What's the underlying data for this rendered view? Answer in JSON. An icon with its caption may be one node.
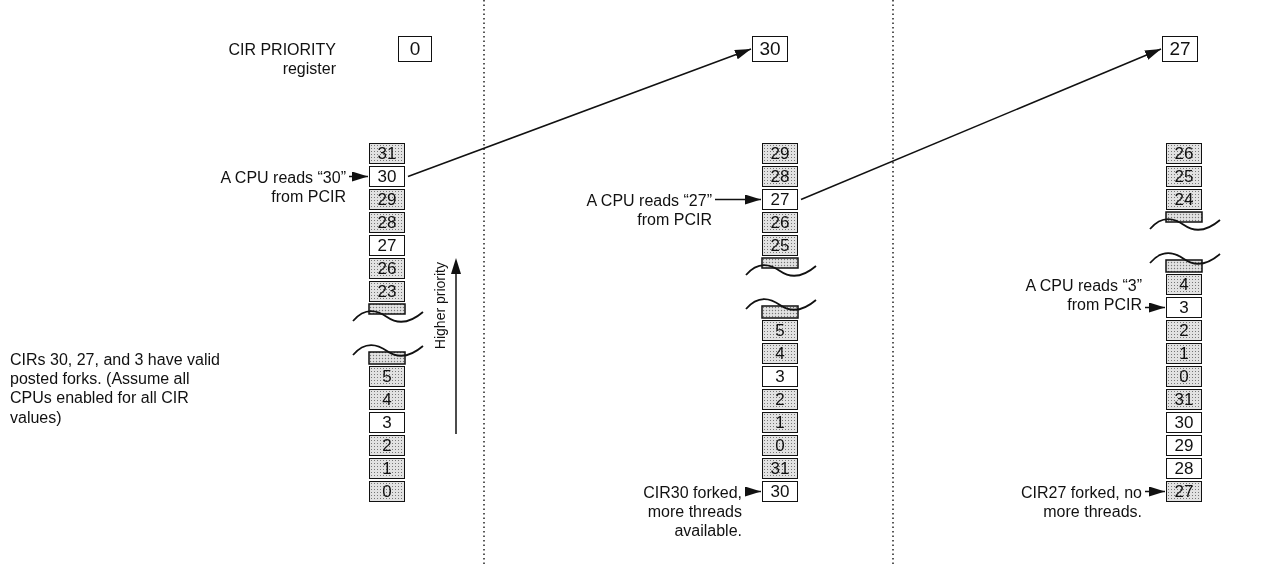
{
  "diagram": {
    "nodes": [
      {
        "text": [
          "0"
        ]
      },
      {
        "text": [
          "30"
        ]
      },
      {
        "text": [
          "27"
        ]
      },
      {
        "text": [
          "A CPU reads “30” from PCIR"
        ]
      },
      {
        "text": [
          "A CPU reads “27” from PCIR"
        ]
      },
      {
        "text": [
          "A CPU reads “3” from PCIR"
        ]
      },
      {
        "text": [
          "31"
        ]
      },
      {
        "text": [
          "30"
        ]
      },
      {
        "text": [
          "29"
        ]
      },
      {
        "text": [
          "28"
        ]
      },
      {
        "text": [
          "27"
        ]
      },
      {
        "text": [
          "26"
        ]
      },
      {
        "text": [
          "23"
        ]
      },
      {
        "text": [
          "5"
        ]
      },
      {
        "text": [
          "4"
        ]
      },
      {
        "text": [
          "3"
        ]
      },
      {
        "text": [
          "2"
        ]
      },
      {
        "text": [
          "1"
        ]
      },
      {
        "text": [
          "0"
        ]
      },
      {
        "text": [
          "29"
        ]
      },
      {
        "text": [
          "28"
        ]
      },
      {
        "text": [
          "27"
        ]
      },
      {
        "text": [
          "26"
        ]
      },
      {
        "text": [
          "25"
        ]
      },
      {
        "text": [
          "5"
        ]
      },
      {
        "text": [
          "4"
        ]
      },
      {
        "text": [
          "3"
        ]
      },
      {
        "text": [
          "2"
        ]
      },
      {
        "text": [
          "1"
        ]
      },
      {
        "text": [
          "0"
        ]
      },
      {
        "text": [
          "31"
        ]
      },
      {
        "text": [
          "30"
        ]
      },
      {
        "text": [
          "26"
        ]
      },
      {
        "text": [
          "25"
        ]
      },
      {
        "text": [
          "24"
        ]
      },
      {
        "text": [
          "4"
        ]
      },
      {
        "text": [
          "3"
        ]
      },
      {
        "text": [
          "2"
        ]
      },
      {
        "text": [
          "1"
        ]
      },
      {
        "text": [
          "0"
        ]
      },
      {
        "text": [
          "31"
        ]
      },
      {
        "text": [
          "30"
        ]
      },
      {
        "text": [
          "29"
        ]
      },
      {
        "text": [
          "28"
        ]
      },
      {
        "text": [
          "27"
        ]
      },
      {
        "text": [
          "CIR30 forked, more threads available."
        ]
      },
      {
        "text": [
          "CIR27 forked, no more threads."
        ]
      }
    ],
    "edges": [
      {
        "from": 3,
        "to": 7,
        "arrow": "to"
      },
      {
        "from": 7,
        "to": 1,
        "arrow": "to"
      },
      {
        "from": 4,
        "to": 21,
        "arrow": "to"
      },
      {
        "from": 21,
        "to": 2,
        "arrow": "to"
      },
      {
        "from": 5,
        "to": 36,
        "arrow": "to"
      },
      {
        "from": 45,
        "to": 31,
        "arrow": "to"
      },
      {
        "from": 46,
        "to": 44,
        "arrow": "to"
      }
    ],
    "labels": [
      "CIR PRIORITY register",
      "Higher priority",
      "CIRs 30, 27, and 3 have valid posted forks. (Assume all CPUs enabled for all CIR values)"
    ]
  }
}
